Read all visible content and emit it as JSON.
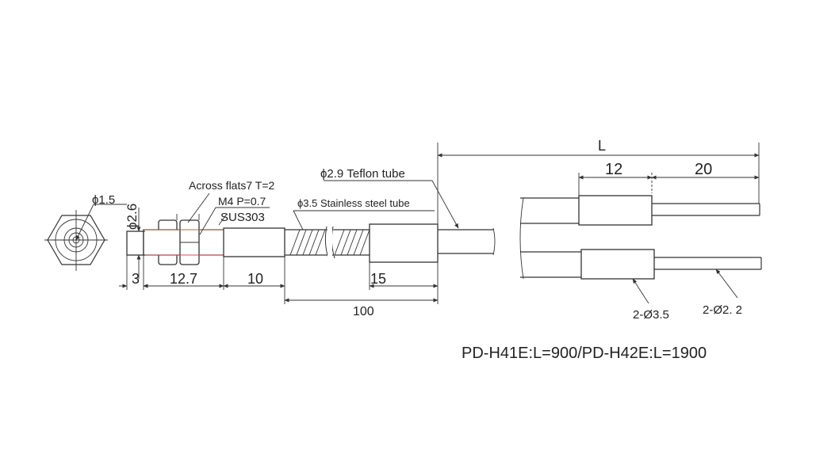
{
  "labels": {
    "hole_dia": "ϕ1.5",
    "tip_dia": "ϕ2.6",
    "across_flats": "Across flats7 T=2",
    "thread": "M4 P=0.7",
    "material": "SUS303",
    "steel_tube": "ϕ3.5 Stainless steel tube",
    "teflon_tube": "ϕ2.9 Teflon tube",
    "dim_3": "3",
    "dim_12_7": "12.7",
    "dim_10": "10",
    "dim_15": "15",
    "dim_100": "100",
    "dim_L": "L",
    "dim_12": "12",
    "dim_20": "20",
    "sleeve_dia": "2-Ø3.5",
    "fiber_dia": "2-Ø2. 2",
    "model_note": "PD-H41E:L=900/PD-H42E:L=1900"
  },
  "colors": {
    "line": "#333333",
    "highlight": "#d9534f"
  }
}
